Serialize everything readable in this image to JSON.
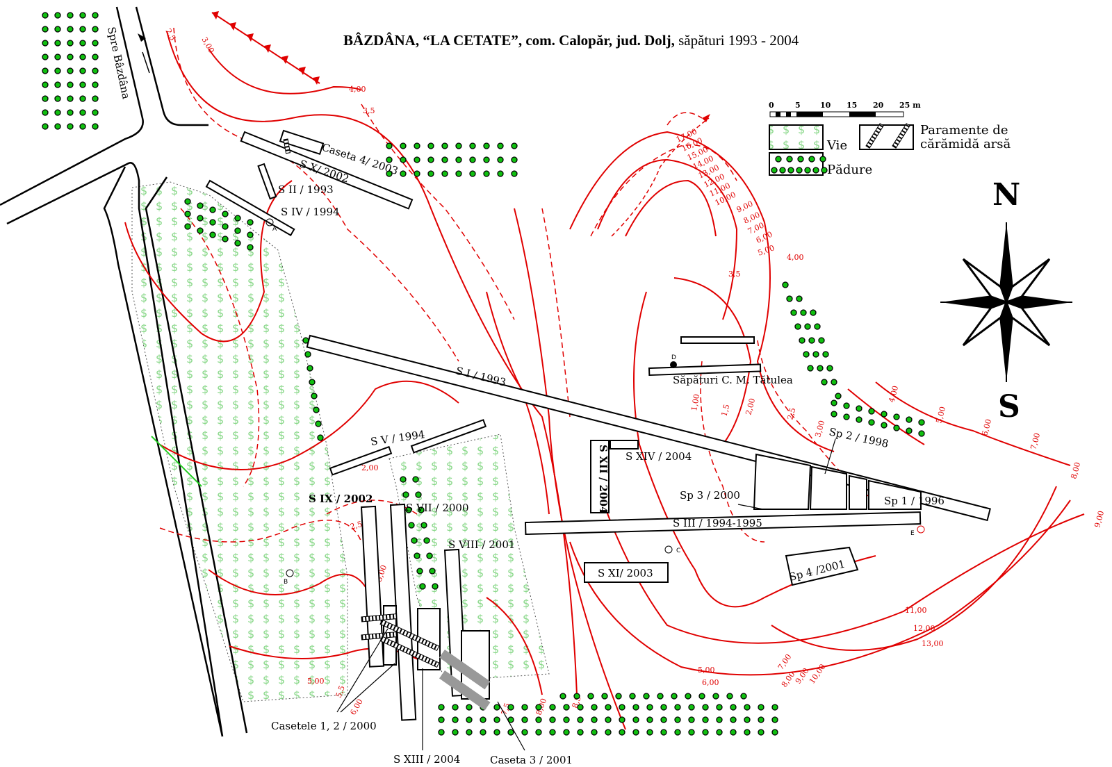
{
  "title": {
    "bold": "BÂZDÂNA, “LA CETATE”, com. Calopăr, jud. Dolj,",
    "normal": " săpături 1993 - 2004"
  },
  "road_label": "Spre Bâzdâna",
  "scale_bar": {
    "ticks": [
      "0",
      "5",
      "10",
      "15",
      "20",
      "25 m"
    ]
  },
  "legend": {
    "vine": "Vie",
    "forest": "Pădure",
    "brick_line1": "Paramente de",
    "brick_line2": "cărămidă arsă"
  },
  "compass": {
    "north": "N",
    "south": "S"
  },
  "trenches": {
    "caseta4": "Caseta 4/ 2003",
    "s10": "S X/ 2002",
    "s2": "S II / 1993",
    "s4": "S IV / 1994",
    "s1": "S I / 1993",
    "s5": "S V / 1994",
    "s9": "S IX / 2002",
    "s7": "S VII / 2000",
    "s8": "S VIII / 2001",
    "s12": "S XII / 2004",
    "s14": "S XIV / 2004",
    "s3": "S III / 1994-1995",
    "s11": "S XI/ 2003",
    "sp1": "Sp 1 / 1996",
    "sp2": "Sp 2 / 1998",
    "sp3": "Sp 3 / 2000",
    "sp4": "Sp 4 /2001",
    "tatulea": "Săpături C. M. Tătulea",
    "casetele": "Casetele 1, 2 / 2000",
    "s13": "S XIII / 2004",
    "caseta3": "Caseta 3 / 2001"
  },
  "points": {
    "a": "A",
    "b": "B",
    "c": "C",
    "d": "D",
    "e": "E"
  },
  "elevations": {
    "top": [
      "2,5",
      "3,00",
      "4,00",
      "3,5"
    ],
    "hill": [
      "17,00",
      "16,00",
      "15,00",
      "14,00",
      "13,00",
      "12,00",
      "11,00",
      "10,00",
      "9,00",
      "8,00",
      "7,00",
      "6,00",
      "5,00",
      "4,00",
      "3,5"
    ],
    "center": [
      "1,00",
      "1,5",
      "2,00",
      "2,5",
      "3,00"
    ],
    "east": [
      "4,00",
      "5,00",
      "6,00",
      "7,00",
      "8,00",
      "9,00"
    ],
    "southeast": [
      "11,00",
      "12,00",
      "13,00"
    ],
    "south": [
      "5,00",
      "6,00",
      "7,00",
      "8,00",
      "9,00",
      "10,00"
    ],
    "southwest": [
      "2,5",
      "5,00",
      "5,5",
      "6,00",
      "3,00",
      "7,5",
      "8,00",
      "8,5",
      "2,00"
    ]
  },
  "colors": {
    "contour": "#e00000",
    "forest": "#10c010",
    "vine": "#7fd67f",
    "ink": "#000000"
  }
}
